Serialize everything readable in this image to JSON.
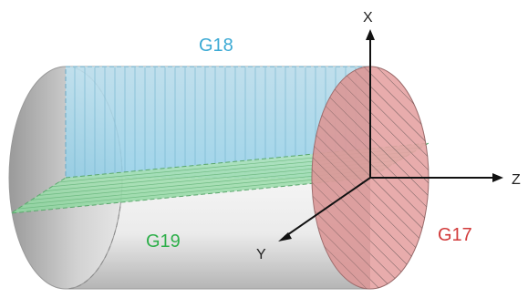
{
  "planes": {
    "g18": {
      "label": "G18",
      "color": "#3aa9d4"
    },
    "g19": {
      "label": "G19",
      "color": "#2eaf4a"
    },
    "g17": {
      "label": "G17",
      "color": "#d23a3a"
    }
  },
  "axes": {
    "x": {
      "label": "X"
    },
    "y": {
      "label": "Y"
    },
    "z": {
      "label": "Z"
    }
  }
}
